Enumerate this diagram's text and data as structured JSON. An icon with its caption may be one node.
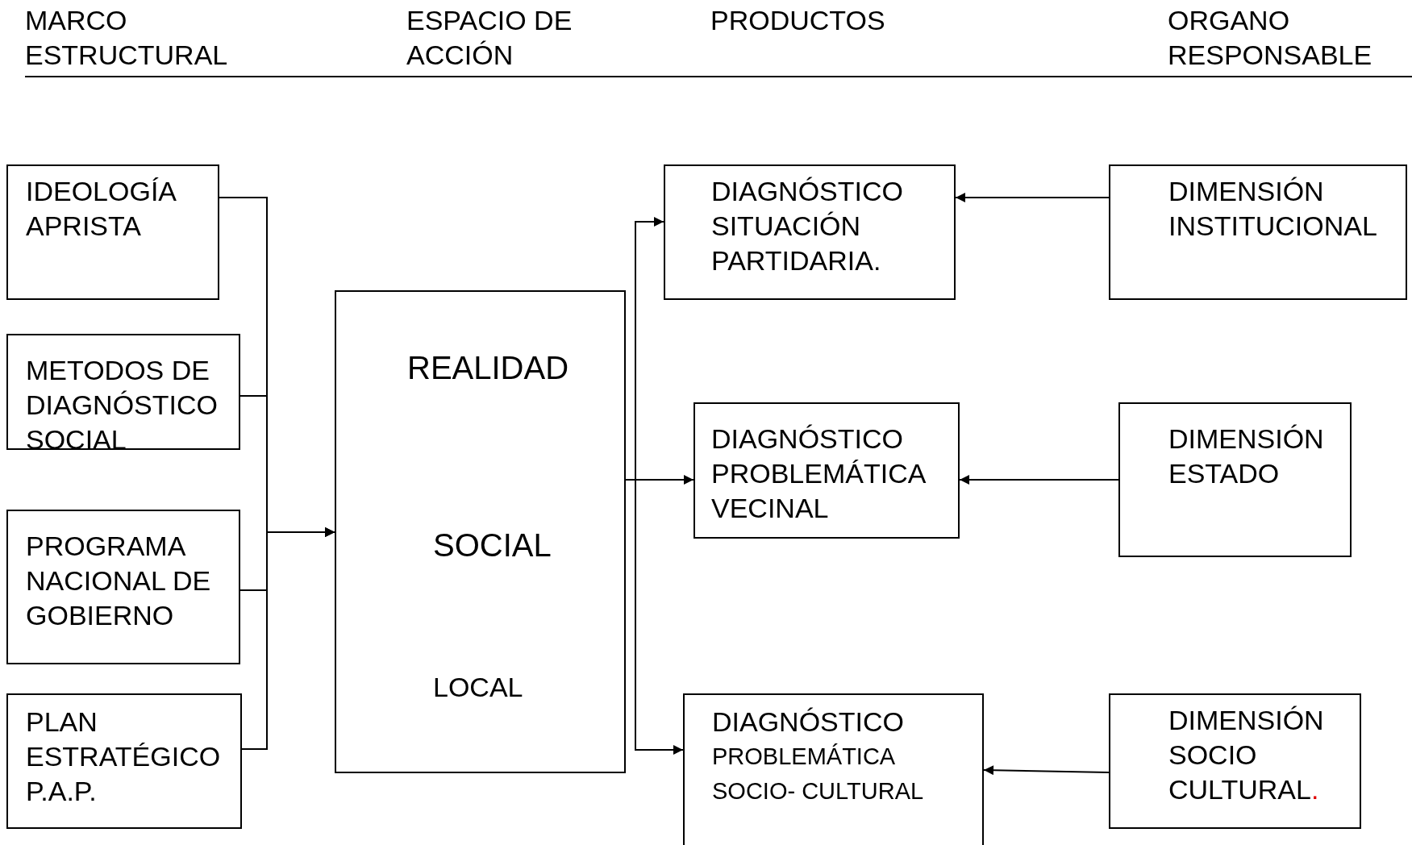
{
  "diagram": {
    "nodes": [
      {
        "text": [
          "IDEOLOGÍA APRISTA"
        ]
      },
      {
        "text": [
          "METODOS DE DIAGNÓSTICO SOCIAL"
        ]
      },
      {
        "text": [
          "PROGRAMA NACIONAL DE GOBIERNO"
        ]
      },
      {
        "text": [
          "PLAN ESTRATÉGICO P.A.P."
        ]
      },
      {
        "text": [
          "REALIDAD",
          "SOCIAL",
          "LOCAL"
        ]
      },
      {
        "text": [
          "DIAGNÓSTICO SITUACIÓN PARTIDARIA."
        ]
      },
      {
        "text": [
          "DIAGNÓSTICO PROBLEMÁTICA VECINAL"
        ]
      },
      {
        "text": [
          "DIAGNÓSTICO",
          "PROBLEMÁTICA SOCIO- CULTURAL"
        ]
      },
      {
        "text": [
          "DIMENSIÓN INSTITUCIONAL"
        ]
      },
      {
        "text": [
          "DIMENSIÓN ESTADO"
        ]
      },
      {
        "text": [
          "DIMENSIÓN SOCIO CULTURAL."
        ]
      }
    ],
    "edges": [
      {
        "from": 0,
        "to": 4,
        "arrow": "to"
      },
      {
        "from": 1,
        "to": 4,
        "arrow": "to"
      },
      {
        "from": 2,
        "to": 4,
        "arrow": "to"
      },
      {
        "from": 3,
        "to": 4,
        "arrow": "to"
      },
      {
        "from": 4,
        "to": 5,
        "arrow": "to"
      },
      {
        "from": 4,
        "to": 6,
        "arrow": "to"
      },
      {
        "from": 4,
        "to": 7,
        "arrow": "to"
      },
      {
        "from": 8,
        "to": 5,
        "arrow": "to"
      },
      {
        "from": 9,
        "to": 6,
        "arrow": "to"
      },
      {
        "from": 10,
        "to": 7,
        "arrow": "to"
      }
    ],
    "labels": [
      "MARCO ESTRUCTURAL",
      "ESPACIO DE ACCIÓN",
      "PRODUCTOS",
      "ORGANO RESPONSABLE"
    ]
  }
}
